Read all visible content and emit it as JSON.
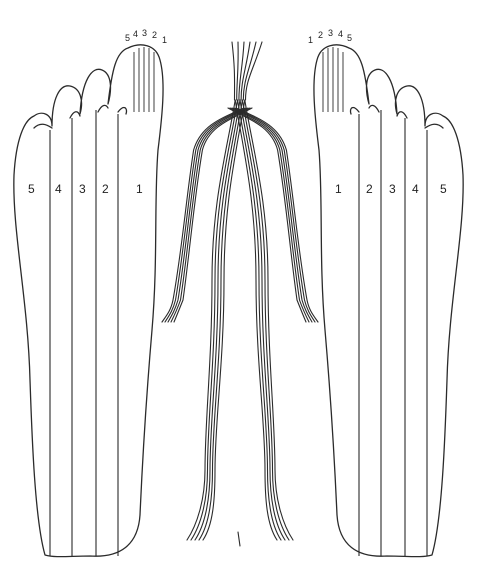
{
  "left_foot": {
    "zone_labels": [
      "5",
      "4",
      "3",
      "2",
      "1"
    ],
    "toe_labels": [
      "5",
      "4",
      "3",
      "2",
      "1"
    ]
  },
  "right_foot": {
    "zone_labels": [
      "1",
      "2",
      "3",
      "4",
      "5"
    ],
    "toe_labels": [
      "1",
      "2",
      "3",
      "4",
      "5"
    ]
  },
  "colors": {
    "line": "#2b2b2b",
    "background": "#ffffff"
  }
}
